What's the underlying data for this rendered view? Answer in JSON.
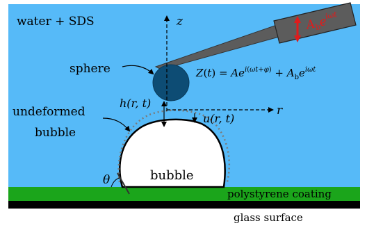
{
  "labels": {
    "medium": "water + SDS",
    "sphere": "sphere",
    "undeformed_line1": "undeformed",
    "undeformed_line2": "bubble",
    "bubble": "bubble",
    "coating": "polystyrene coating",
    "glass": "glass surface"
  },
  "math": {
    "z_axis": "z",
    "r_axis": "r",
    "h": "h(r, t)",
    "u": "u(r, t)",
    "theta": "θ",
    "Z_formula": "Z(t) = Ae^{i(ωt+φ)} + A_b e^{iωt}",
    "Ab_label": "A_b e^{iωt}"
  },
  "colors": {
    "water": "#56baf8",
    "sphere": "#0d4c74",
    "coating": "#1ba51b",
    "glass": "#000000",
    "cantilever": "#5c5c5c",
    "arrow": "#e01b1b",
    "bubble_fill": "#ffffff",
    "undeformed_outline": "#7a7a7a"
  }
}
